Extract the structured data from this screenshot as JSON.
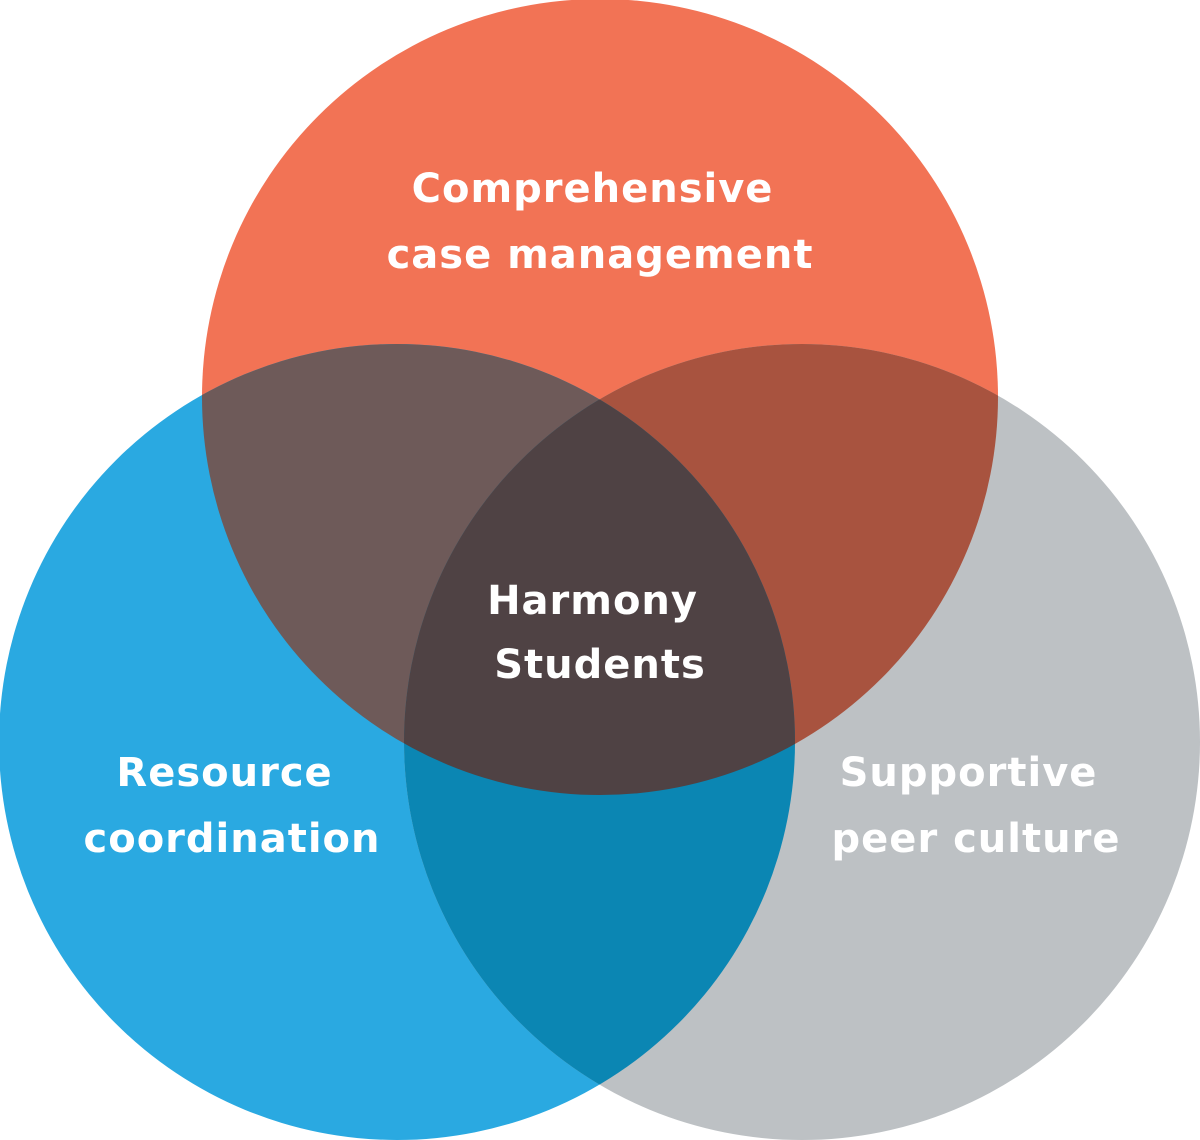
{
  "diagram": {
    "type": "venn-3",
    "center": {
      "lines": [
        "Harmony",
        "Students"
      ]
    },
    "circles": [
      {
        "key": "top",
        "lines": [
          "Comprehensive",
          "case management"
        ],
        "color": "#f27355"
      },
      {
        "key": "left",
        "lines": [
          "Resource",
          "coordination"
        ],
        "color": "#2aa9e1"
      },
      {
        "key": "right",
        "lines": [
          "Supportive",
          "peer culture"
        ],
        "color": "#bdc1c4"
      }
    ],
    "overlap_colors": {
      "top_left": "#6e5a59",
      "top_right": "#a8533f",
      "left_right": "#0b86b3",
      "all": "#4f4244"
    }
  }
}
